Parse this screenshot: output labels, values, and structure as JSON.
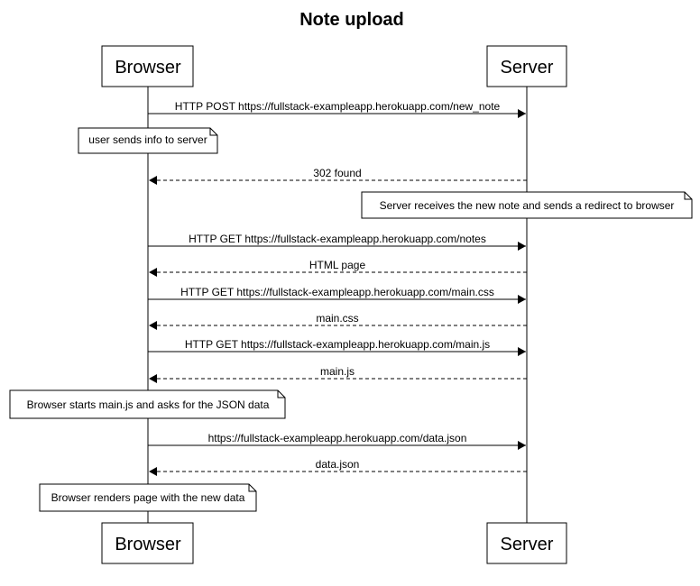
{
  "diagram": {
    "title": "Note upload",
    "participants": [
      {
        "id": "browser",
        "label": "Browser"
      },
      {
        "id": "server",
        "label": "Server"
      }
    ],
    "messages": [
      {
        "from": "browser",
        "to": "server",
        "label": "HTTP POST https://fullstack-exampleapp.herokuapp.com/new_note",
        "style": "solid"
      },
      {
        "from": "server",
        "to": "browser",
        "label": "302 found",
        "style": "dashed"
      },
      {
        "from": "browser",
        "to": "server",
        "label": "HTTP GET https://fullstack-exampleapp.herokuapp.com/notes",
        "style": "solid"
      },
      {
        "from": "server",
        "to": "browser",
        "label": "HTML page",
        "style": "dashed"
      },
      {
        "from": "browser",
        "to": "server",
        "label": "HTTP GET https://fullstack-exampleapp.herokuapp.com/main.css",
        "style": "solid"
      },
      {
        "from": "server",
        "to": "browser",
        "label": "main.css",
        "style": "dashed"
      },
      {
        "from": "browser",
        "to": "server",
        "label": "HTTP GET https://fullstack-exampleapp.herokuapp.com/main.js",
        "style": "solid"
      },
      {
        "from": "server",
        "to": "browser",
        "label": "main.js",
        "style": "dashed"
      },
      {
        "from": "browser",
        "to": "server",
        "label": "https://fullstack-exampleapp.herokuapp.com/data.json",
        "style": "solid"
      },
      {
        "from": "server",
        "to": "browser",
        "label": "data.json",
        "style": "dashed"
      }
    ],
    "notes": [
      {
        "over": "browser",
        "text": "user sends info to server"
      },
      {
        "over": "server",
        "text": "Server receives the new note and sends a redirect to browser"
      },
      {
        "over": "browser",
        "text": "Browser starts main.js and asks for the JSON data"
      },
      {
        "over": "browser",
        "text": "Browser renders page with the new data"
      }
    ]
  }
}
